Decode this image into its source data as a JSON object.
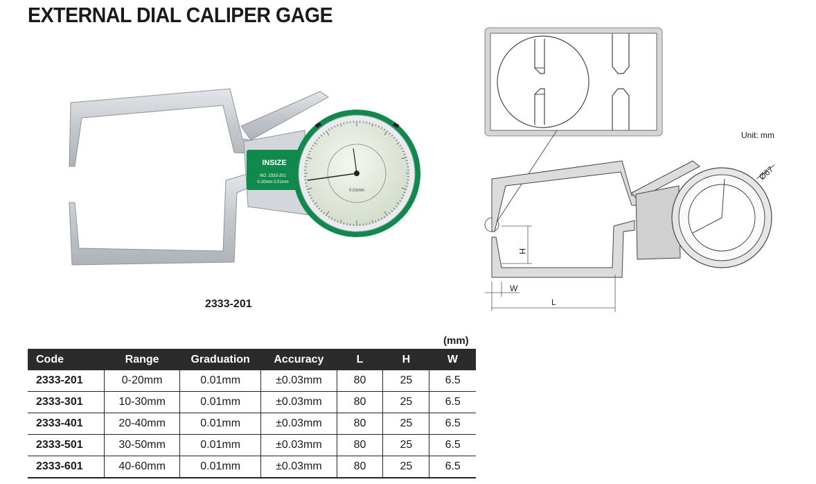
{
  "title": "EXTERNAL DIAL CALIPER GAGE",
  "photo": {
    "model_label": "2333-201",
    "brand": "INSIZE",
    "plate_no": "NO. 2333-201",
    "plate_range": "0-20mm  0.01mm",
    "dial_unit": "0.01mm"
  },
  "drawing": {
    "unit": "Unit: mm",
    "dim_h": "H",
    "dim_w": "W",
    "dim_l": "L",
    "dim_dia": "Ø67"
  },
  "table": {
    "unit": "(mm)",
    "headers": [
      "Code",
      "Range",
      "Graduation",
      "Accuracy",
      "L",
      "H",
      "W"
    ],
    "rows": [
      [
        "2333-201",
        "0-20mm",
        "0.01mm",
        "±0.03mm",
        "80",
        "25",
        "6.5"
      ],
      [
        "2333-301",
        "10-30mm",
        "0.01mm",
        "±0.03mm",
        "80",
        "25",
        "6.5"
      ],
      [
        "2333-401",
        "20-40mm",
        "0.01mm",
        "±0.03mm",
        "80",
        "25",
        "6.5"
      ],
      [
        "2333-501",
        "30-50mm",
        "0.01mm",
        "±0.03mm",
        "80",
        "25",
        "6.5"
      ],
      [
        "2333-601",
        "40-60mm",
        "0.01mm",
        "±0.03mm",
        "80",
        "25",
        "6.5"
      ]
    ]
  },
  "colors": {
    "dial_green": "#0f8a4c",
    "header_dark": "#2b2b2b",
    "steel": "#c9ccd0"
  }
}
